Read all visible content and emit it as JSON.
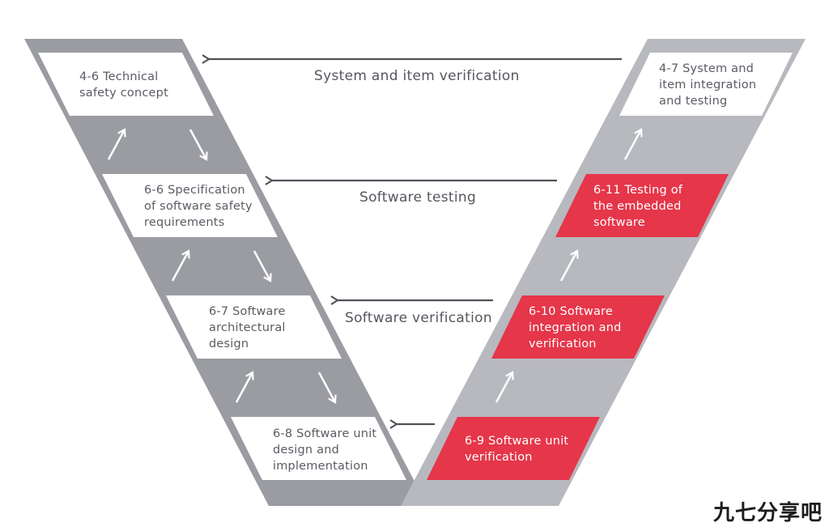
{
  "colors": {
    "left_band": "#9a9ca2",
    "right_band": "#b7b9bf",
    "red_box": "#e5364a",
    "white_box": "#ffffff",
    "arrow_dark": "#4f5158",
    "arrow_light": "#ffffff"
  },
  "left_boxes": [
    {
      "lines": [
        "4-6 Technical",
        "safety concept"
      ]
    },
    {
      "lines": [
        "6-6 Specification",
        "of software safety",
        "requirements"
      ]
    },
    {
      "lines": [
        "6-7 Software",
        "architectural",
        "design"
      ]
    },
    {
      "lines": [
        "6-8 Software unit",
        "design and",
        "implementation"
      ]
    }
  ],
  "right_boxes": [
    {
      "lines": [
        "4-7 System and",
        "item integration",
        "and testing"
      ],
      "highlight": false
    },
    {
      "lines": [
        "6-11 Testing of",
        "the embedded",
        "software"
      ],
      "highlight": true
    },
    {
      "lines": [
        "6-10 Software",
        "integration and",
        "verification"
      ],
      "highlight": true
    },
    {
      "lines": [
        "6-9 Software unit",
        "verification"
      ],
      "highlight": true
    }
  ],
  "arrows": [
    {
      "label": "System and item verification"
    },
    {
      "label": "Software testing"
    },
    {
      "label": "Software verification"
    },
    {
      "label": ""
    }
  ],
  "watermark": "九七分享吧"
}
